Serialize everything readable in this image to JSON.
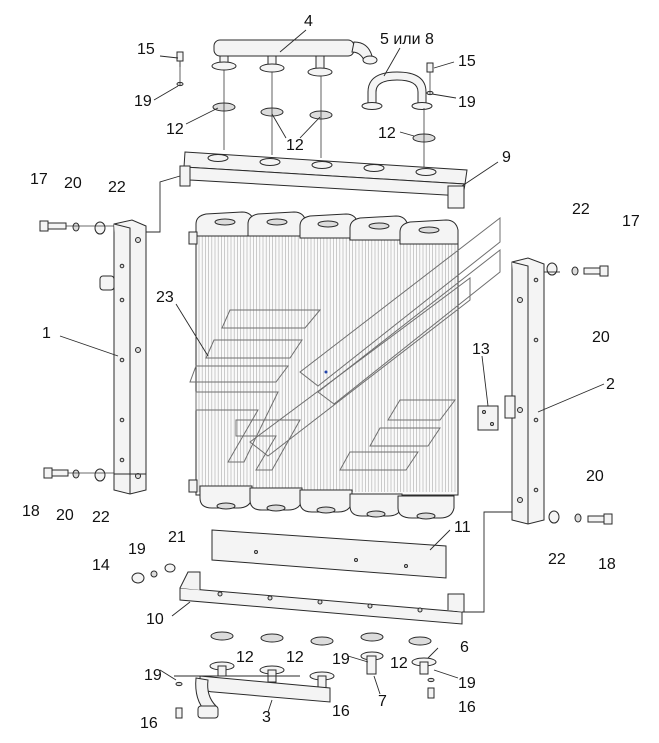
{
  "colors": {
    "line": "#2b2b2b",
    "label": "#111111",
    "watermark": "#6f6f6f",
    "background": "#ffffff"
  },
  "labels": {
    "l1": "1",
    "l2": "2",
    "l3": "3",
    "l4": "4",
    "l5": "5 или 8",
    "l6": "6",
    "l7": "7",
    "l9": "9",
    "l10": "10",
    "l11": "11",
    "l13": "13",
    "l14": "14",
    "l21": "21",
    "l23": "23",
    "l15": "15",
    "l15b": "15",
    "l16": "16",
    "l16b": "16",
    "l16c": "16",
    "l17": "17",
    "l17b": "17",
    "l18": "18",
    "l18b": "18",
    "l19a": "19",
    "l19b": "19",
    "l19c": "19",
    "l19d": "19",
    "l19e": "19",
    "l19f": "19",
    "l20": "20",
    "l20b": "20",
    "l20c": "20",
    "l20d": "20",
    "l22": "22",
    "l22b": "22",
    "l22c": "22",
    "l22d": "22",
    "l12a": "12",
    "l12b": "12",
    "l12c": "12",
    "l12d": "12",
    "l12e": "12",
    "l12f": "12"
  }
}
